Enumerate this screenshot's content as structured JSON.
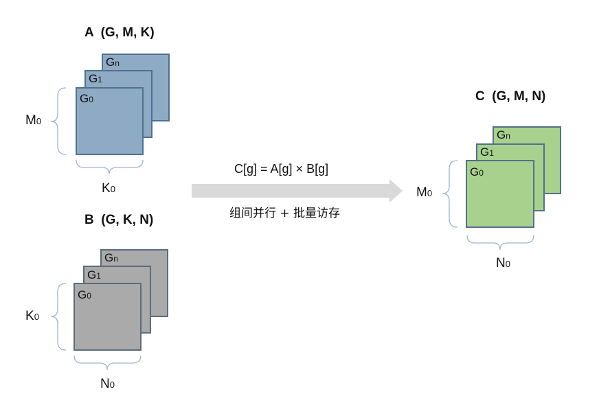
{
  "matrices": {
    "a": {
      "title": "A  (G, M, K)",
      "rows_label": "M",
      "cols_label": "K",
      "dim_sub": "0",
      "layers": [
        {
          "label": "G",
          "sub": "n"
        },
        {
          "label": "G",
          "sub": "1"
        },
        {
          "label": "G",
          "sub": "0"
        }
      ],
      "fill": "#8eaac4",
      "stroke": "#50708f"
    },
    "b": {
      "title": "B  (G, K, N)",
      "rows_label": "K",
      "cols_label": "N",
      "dim_sub": "0",
      "layers": [
        {
          "label": "G",
          "sub": "n"
        },
        {
          "label": "G",
          "sub": "1"
        },
        {
          "label": "G",
          "sub": "0"
        }
      ],
      "fill": "#aaaaaa",
      "stroke": "#5c6b7c"
    },
    "c": {
      "title": "C  (G, M, N)",
      "rows_label": "M",
      "cols_label": "N",
      "dim_sub": "0",
      "layers": [
        {
          "label": "G",
          "sub": "n"
        },
        {
          "label": "G",
          "sub": "1"
        },
        {
          "label": "G",
          "sub": "0"
        }
      ],
      "fill": "#a9d18e",
      "stroke": "#50708f"
    }
  },
  "operation": {
    "formula": "C[g] = A[g] × B[g]",
    "note": "组间并行 + 批量访存",
    "arrow_color": "#d9d9d9"
  },
  "brace_color": "#9fb4cc"
}
